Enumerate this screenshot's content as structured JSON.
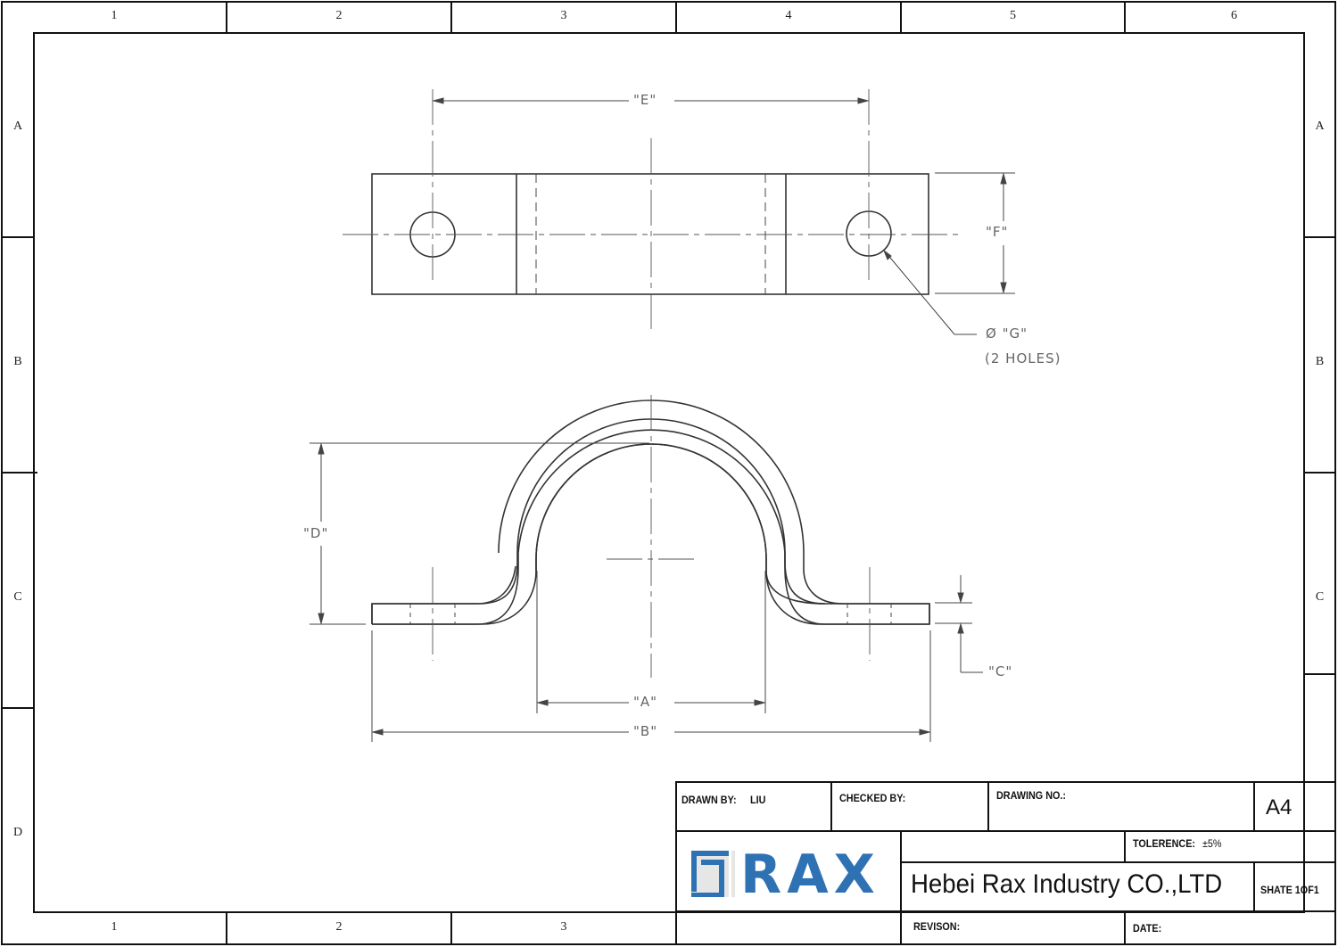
{
  "drawing": {
    "type": "Technical drawing - pipe saddle clamp / strap with 2 mounting holes",
    "views": [
      "top view",
      "front view"
    ]
  },
  "frame": {
    "column_labels": [
      "1",
      "2",
      "3",
      "4",
      "5",
      "6"
    ],
    "row_labels": [
      "A",
      "B",
      "C",
      "D"
    ],
    "bottom_column_labels": [
      "1",
      "2",
      "3"
    ]
  },
  "dimensions": {
    "A": "\"A\"",
    "B": "\"B\"",
    "C": "\"C\"",
    "D": "\"D\"",
    "E": "\"E\"",
    "F": "\"F\"",
    "G": "Ø \"G\"",
    "G_note": "(2 HOLES)"
  },
  "title_block": {
    "drawn_by_label": "DRAWN BY:",
    "drawn_by_value": "LIU",
    "checked_by_label": "CHECKED BY:",
    "checked_by_value": "",
    "drawing_no_label": "DRAWING NO.:",
    "drawing_no_value": "",
    "sheet_size": "A4",
    "tolerance_label": "TOLERENCE:",
    "tolerance_value": "±5%",
    "company": "Hebei Rax Industry CO.,LTD",
    "sheet": "SHATE 1OF1",
    "revision_label": "REVISON:",
    "date_label": "DATE:",
    "logo_text": "RAX",
    "logo_color": "#2f72b3"
  }
}
